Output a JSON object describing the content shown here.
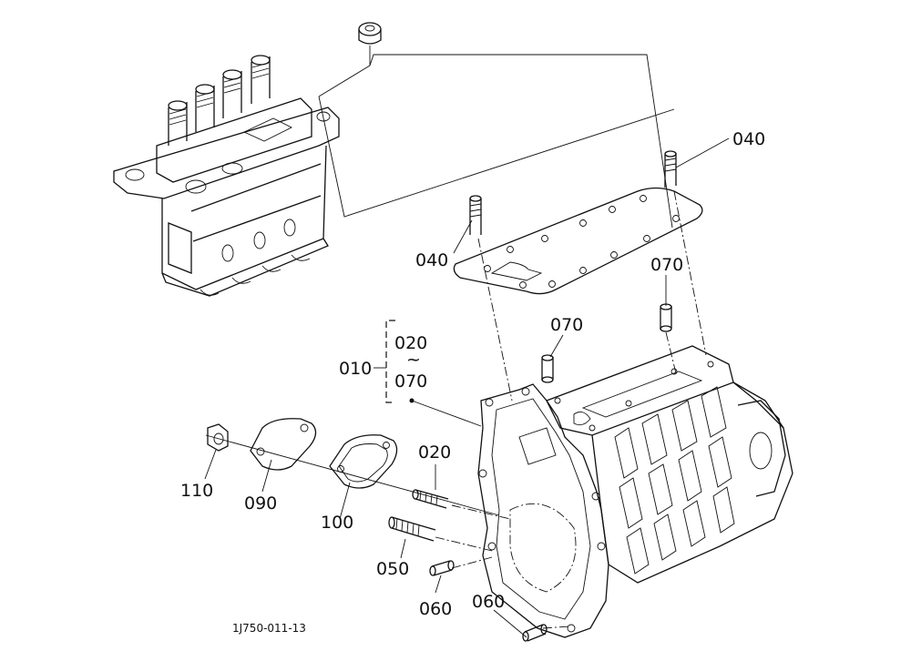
{
  "diagram": {
    "callouts": {
      "c040_top": "040",
      "c040_left": "040",
      "c070_right": "070",
      "c070_mid": "070",
      "c010": "010",
      "c020_range": "020",
      "tilde": "~",
      "c070_range": "070",
      "c110": "110",
      "c090": "090",
      "c100": "100",
      "c020": "020",
      "c050": "050",
      "c060_left": "060",
      "c060_right": "060"
    },
    "figure_code": "1J750-011-13"
  }
}
